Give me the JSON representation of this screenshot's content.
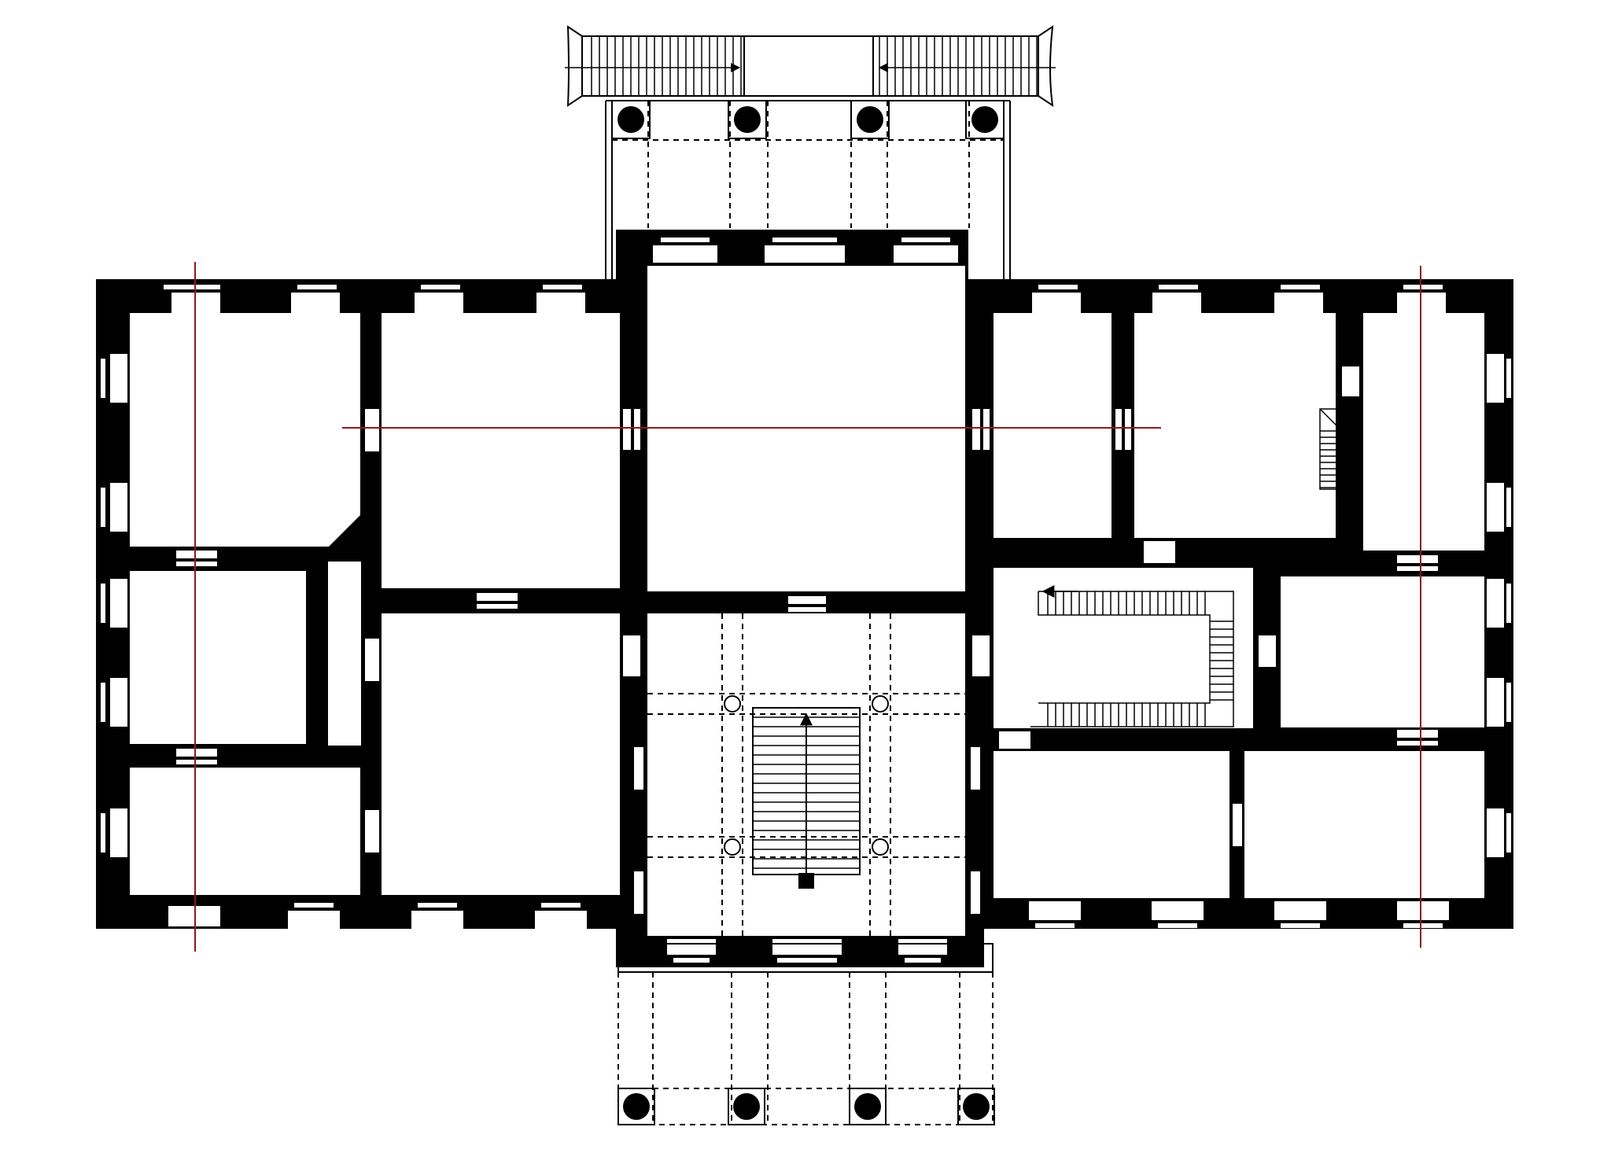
{
  "diagram": {
    "kind": "floor-plan",
    "colors": {
      "background": "#ffffff",
      "wall": "#000000",
      "section_line": "#8b1a1a"
    },
    "elements": {
      "north_portico_columns": 4,
      "south_portico_columns": 4,
      "stair_arrow_glyph": "arrow-up-icon",
      "section_lines": 3
    }
  }
}
